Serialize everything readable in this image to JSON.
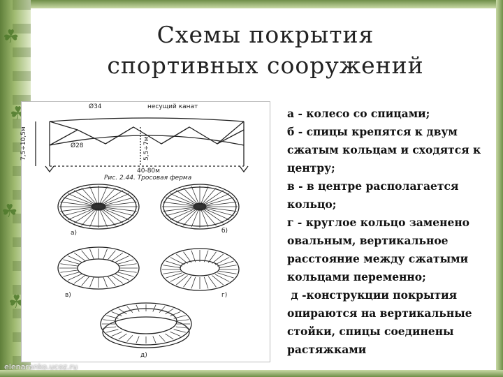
{
  "title": {
    "line1": "Схемы покрытия",
    "line2": "спортивных сооружений"
  },
  "figure": {
    "truss_labels": {
      "d34": "Ø34",
      "d28": "Ø28",
      "cable": "несущий канат",
      "height_left": "7,5÷10,5м",
      "height_mid": "5,5÷7м",
      "span": "40-80м"
    },
    "caption": "Рис. 2.44. Тросовая ферма",
    "panel_labels": [
      "а)",
      "б)",
      "в)",
      "г)",
      "д)"
    ]
  },
  "description_lines": [
    "а - колесо со спицами;",
    "б - спицы крепятся к двум",
    "сжатым кольцам и сходятся к",
    "центру;",
    "в - в центре располагается",
    "кольцо;",
    "г - круглое кольцо заменено",
    "овальным, вертикальное",
    "расстояние между сжатыми",
    "кольцами переменно;",
    " д -конструкции покрытия",
    "опираются на вертикальные",
    "стойки, спицы соединены",
    "растяжками"
  ],
  "watermark": "elenaranko.ucoz.ru",
  "colors": {
    "frame_green": "#6f8f48",
    "text": "#111111"
  },
  "decor_icons": [
    "clover-icon"
  ]
}
